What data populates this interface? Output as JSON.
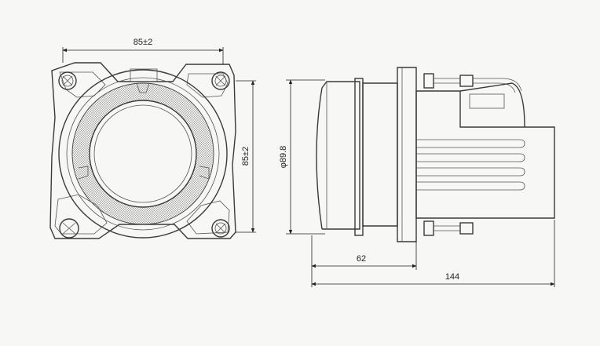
{
  "dimensions": {
    "front_width": "85±2",
    "front_height": "85±2",
    "diameter": "φ89.8",
    "mount_depth": "62",
    "overall_length": "144"
  }
}
